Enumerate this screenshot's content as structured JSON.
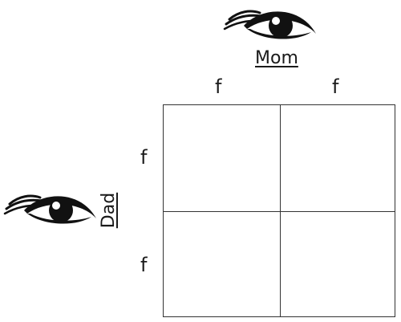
{
  "mom": {
    "label": "Mom",
    "icon": "eye-icon"
  },
  "dad": {
    "label": "Dad",
    "icon": "eye-icon"
  },
  "mom_alleles": [
    "f",
    "f"
  ],
  "dad_alleles": [
    "f",
    "f"
  ],
  "punnett_cells": [
    "",
    "",
    "",
    ""
  ],
  "colors": {
    "ink": "#1a1a1a",
    "grid": "#333333"
  }
}
